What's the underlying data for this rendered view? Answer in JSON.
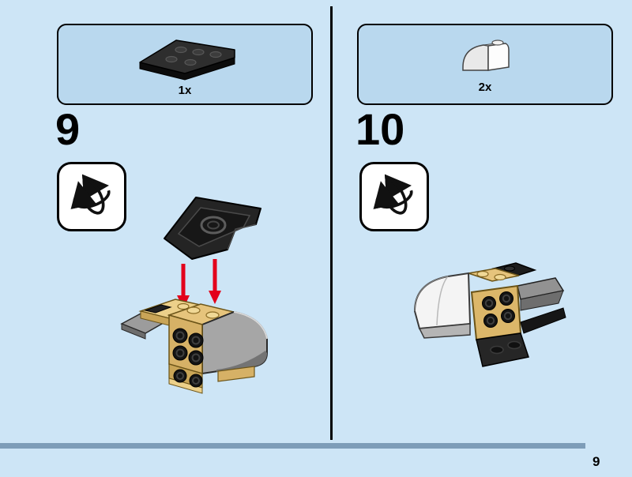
{
  "page": {
    "background_color": "#cde5f6",
    "footer_bar_color": "#7e9db8",
    "page_number": "9"
  },
  "steps": {
    "left": {
      "number": "9",
      "parts_box": {
        "count_label": "1x",
        "part_name": "black-wedge-plate"
      },
      "icons": {
        "rotate": "rotate-model-icon",
        "arrows": "red-placement-arrows"
      }
    },
    "right": {
      "number": "10",
      "parts_box": {
        "count_label": "2x",
        "part_name": "white-curved-slope"
      },
      "icons": {
        "rotate": "rotate-model-icon"
      }
    }
  },
  "colors": {
    "arrow_red": "#e3001b",
    "parts_box_fill": "#b9d8ee",
    "tan_piece": "#d6b166",
    "gray_piece": "#9c9c9c",
    "black_piece": "#242424",
    "white_piece": "#f4f4f4",
    "divider_black": "#000000"
  }
}
